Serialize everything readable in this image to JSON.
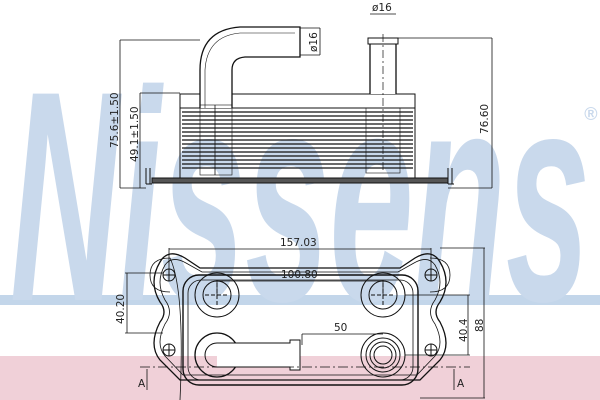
{
  "watermark": {
    "text": "Nissens",
    "trademark": "®",
    "color": "#c9d9ec",
    "band_blue": "#c3d6ea",
    "band_red": "#f0d0d8"
  },
  "drawing": {
    "subject": "oil cooler technical drawing",
    "line_color": "#111111",
    "side_view": {
      "dim_overall_height_left": "75.6±1.50",
      "dim_core_height": "49.1±1.50",
      "dim_pipe_diameter_horizontal": "ø16",
      "dim_pipe_diameter_vertical": "ø16",
      "dim_overall_height_right": "76.60"
    },
    "top_view": {
      "dim_mount_hole_spacing": "157.03",
      "dim_port_spacing": "100.80",
      "dim_pipe_offset": "50",
      "dim_left_hole_vertical": "40.20",
      "dim_right_port_vertical": "40.4",
      "dim_overall_width": "88",
      "section_mark_left": "A",
      "section_mark_right": "A"
    }
  }
}
